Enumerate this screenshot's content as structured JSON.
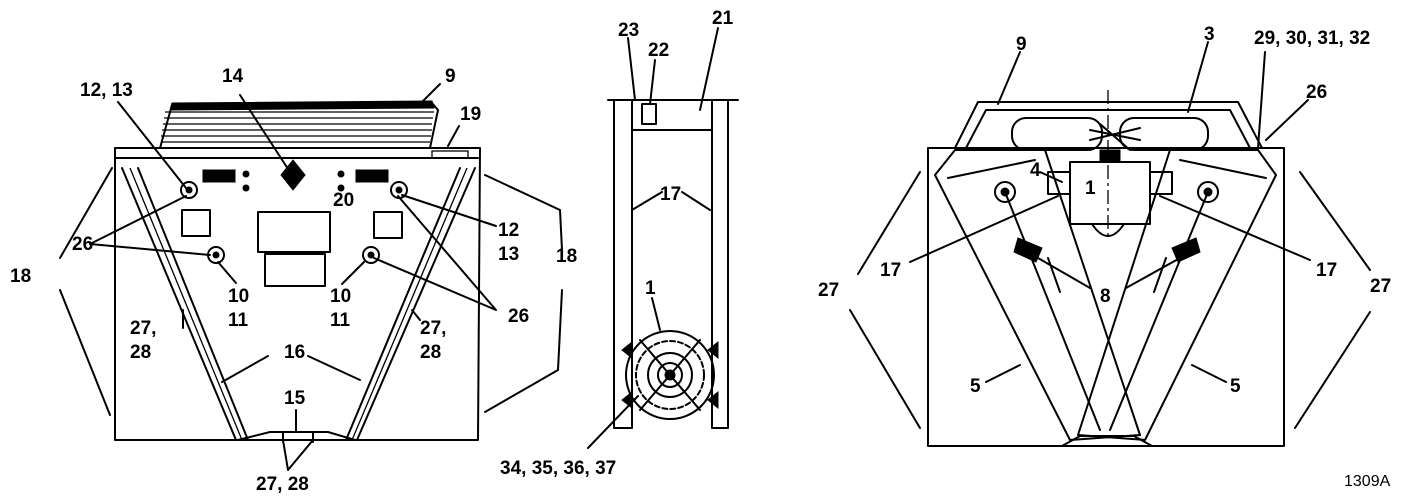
{
  "figure_id": "1309A",
  "left_view": {
    "labels": {
      "l9": "9",
      "l12_13": "12, 13",
      "l14": "14",
      "l19": "19",
      "l18a": "18",
      "l26a": "26",
      "l10a": "10",
      "l11a": "11",
      "l20": "20",
      "l12b": "12",
      "l13b": "13",
      "l18b": "18",
      "l10b": "10",
      "l11b": "11",
      "l26b": "26",
      "l27a": "27,",
      "l28a": "28",
      "l27b": "27,",
      "l28b": "28",
      "l16": "16",
      "l15": "15",
      "l27_28": "27, 28"
    }
  },
  "side_view": {
    "labels": {
      "l23": "23",
      "l22": "22",
      "l21": "21",
      "l17": "17",
      "l1": "1",
      "l34_37": "34, 35, 36, 37"
    }
  },
  "right_view": {
    "labels": {
      "l9": "9",
      "l3": "3",
      "l29_32": "29, 30, 31, 32",
      "l26": "26",
      "l4": "4",
      "l1": "1",
      "l17a": "17",
      "l17b": "17",
      "l8": "8",
      "l27a": "27",
      "l27b": "27",
      "l5a": "5",
      "l5b": "5"
    }
  }
}
